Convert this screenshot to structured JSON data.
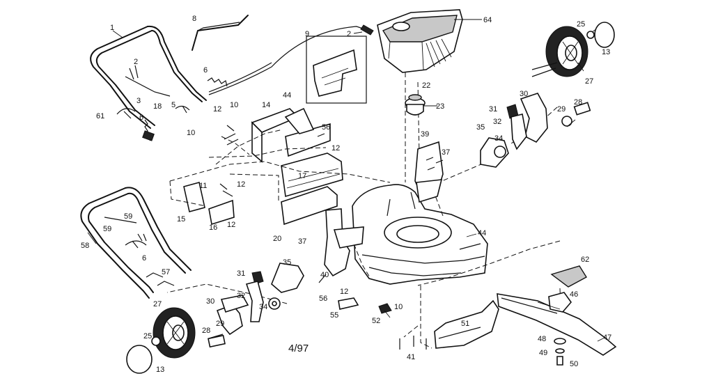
{
  "footer_code": "4/97",
  "callouts": [
    {
      "id": "c-1",
      "label": "1"
    },
    {
      "id": "c-2a",
      "label": "2"
    },
    {
      "id": "c-2b",
      "label": "2"
    },
    {
      "id": "c-3",
      "label": "3"
    },
    {
      "id": "c-5",
      "label": "5"
    },
    {
      "id": "c-6a",
      "label": "6"
    },
    {
      "id": "c-6b",
      "label": "6"
    },
    {
      "id": "c-6c",
      "label": "6"
    },
    {
      "id": "c-8",
      "label": "8"
    },
    {
      "id": "c-9",
      "label": "9"
    },
    {
      "id": "c-10a",
      "label": "10"
    },
    {
      "id": "c-10b",
      "label": "10"
    },
    {
      "id": "c-10c",
      "label": "10"
    },
    {
      "id": "c-11",
      "label": "11"
    },
    {
      "id": "c-12a",
      "label": "12"
    },
    {
      "id": "c-12b",
      "label": "12"
    },
    {
      "id": "c-12c",
      "label": "12"
    },
    {
      "id": "c-12d",
      "label": "12"
    },
    {
      "id": "c-12e",
      "label": "12"
    },
    {
      "id": "c-13a",
      "label": "13"
    },
    {
      "id": "c-13b",
      "label": "13"
    },
    {
      "id": "c-14",
      "label": "14"
    },
    {
      "id": "c-15",
      "label": "15"
    },
    {
      "id": "c-16",
      "label": "16"
    },
    {
      "id": "c-17",
      "label": "17"
    },
    {
      "id": "c-18",
      "label": "18"
    },
    {
      "id": "c-20",
      "label": "20"
    },
    {
      "id": "c-22",
      "label": "22"
    },
    {
      "id": "c-23",
      "label": "23"
    },
    {
      "id": "c-25a",
      "label": "25"
    },
    {
      "id": "c-25b",
      "label": "25"
    },
    {
      "id": "c-27a",
      "label": "27"
    },
    {
      "id": "c-27b",
      "label": "27"
    },
    {
      "id": "c-28a",
      "label": "28"
    },
    {
      "id": "c-28b",
      "label": "28"
    },
    {
      "id": "c-29a",
      "label": "29"
    },
    {
      "id": "c-29b",
      "label": "29"
    },
    {
      "id": "c-30a",
      "label": "30"
    },
    {
      "id": "c-30b",
      "label": "30"
    },
    {
      "id": "c-31a",
      "label": "31"
    },
    {
      "id": "c-31b",
      "label": "31"
    },
    {
      "id": "c-32a",
      "label": "32"
    },
    {
      "id": "c-32b",
      "label": "32"
    },
    {
      "id": "c-34a",
      "label": "34"
    },
    {
      "id": "c-34b",
      "label": "34"
    },
    {
      "id": "c-35a",
      "label": "35"
    },
    {
      "id": "c-35b",
      "label": "35"
    },
    {
      "id": "c-37a",
      "label": "37"
    },
    {
      "id": "c-37b",
      "label": "37"
    },
    {
      "id": "c-39",
      "label": "39"
    },
    {
      "id": "c-40",
      "label": "40"
    },
    {
      "id": "c-41",
      "label": "41"
    },
    {
      "id": "c-44a",
      "label": "44"
    },
    {
      "id": "c-44b",
      "label": "44"
    },
    {
      "id": "c-46",
      "label": "46"
    },
    {
      "id": "c-47",
      "label": "47"
    },
    {
      "id": "c-48",
      "label": "48"
    },
    {
      "id": "c-49",
      "label": "49"
    },
    {
      "id": "c-50",
      "label": "50"
    },
    {
      "id": "c-51",
      "label": "51"
    },
    {
      "id": "c-52",
      "label": "52"
    },
    {
      "id": "c-55",
      "label": "55"
    },
    {
      "id": "c-56a",
      "label": "56"
    },
    {
      "id": "c-56b",
      "label": "56"
    },
    {
      "id": "c-57",
      "label": "57"
    },
    {
      "id": "c-58",
      "label": "58"
    },
    {
      "id": "c-59a",
      "label": "59"
    },
    {
      "id": "c-59b",
      "label": "59"
    },
    {
      "id": "c-61",
      "label": "61"
    },
    {
      "id": "c-62",
      "label": "62"
    },
    {
      "id": "c-64",
      "label": "64"
    }
  ]
}
